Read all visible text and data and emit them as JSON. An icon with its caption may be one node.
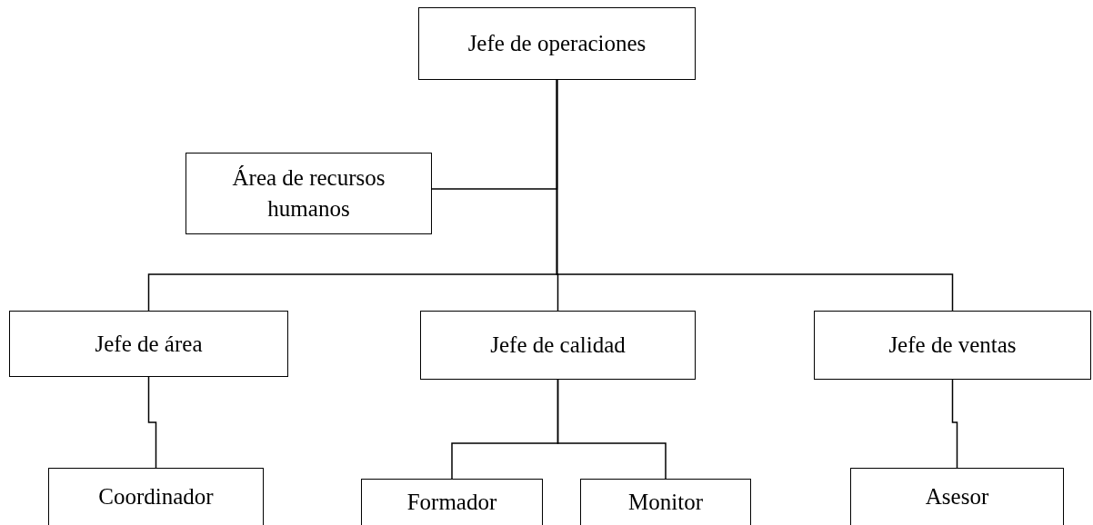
{
  "diagram": {
    "nodes": [
      {
        "text": [
          "Jefe de operaciones"
        ]
      },
      {
        "text": [
          "Área de recursos humanos"
        ]
      },
      {
        "text": [
          "Jefe de área"
        ]
      },
      {
        "text": [
          "Jefe de calidad"
        ]
      },
      {
        "text": [
          "Jefe de ventas"
        ]
      },
      {
        "text": [
          "Coordinador"
        ]
      },
      {
        "text": [
          "Formador"
        ]
      },
      {
        "text": [
          "Monitor"
        ]
      },
      {
        "text": [
          "Asesor"
        ]
      }
    ],
    "edges": [
      {
        "from": 0,
        "to": 1,
        "arrow": "none"
      },
      {
        "from": 0,
        "to": 2,
        "arrow": "none"
      },
      {
        "from": 0,
        "to": 3,
        "arrow": "none"
      },
      {
        "from": 0,
        "to": 4,
        "arrow": "none"
      },
      {
        "from": 2,
        "to": 5,
        "arrow": "none"
      },
      {
        "from": 3,
        "to": 6,
        "arrow": "none"
      },
      {
        "from": 3,
        "to": 7,
        "arrow": "none"
      },
      {
        "from": 4,
        "to": 8,
        "arrow": "none"
      }
    ]
  }
}
